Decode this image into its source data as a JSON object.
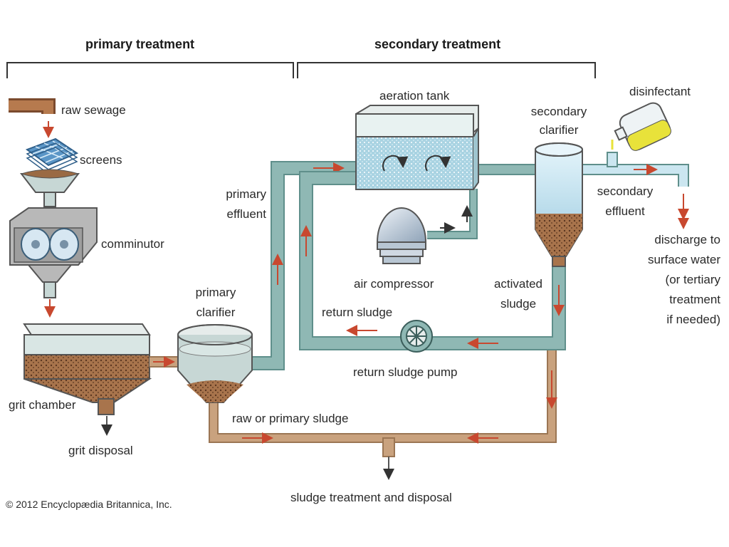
{
  "headers": {
    "primary": "primary treatment",
    "secondary": "secondary treatment"
  },
  "labels": {
    "raw_sewage": "raw sewage",
    "screens": "screens",
    "comminutor": "comminutor",
    "grit_chamber": "grit chamber",
    "grit_disposal": "grit disposal",
    "primary_clarifier_1": "primary",
    "primary_clarifier_2": "clarifier",
    "primary_effluent_1": "primary",
    "primary_effluent_2": "effluent",
    "aeration_tank": "aeration tank",
    "air_compressor": "air compressor",
    "return_sludge": "return sludge",
    "return_sludge_pump": "return sludge pump",
    "secondary_clarifier_1": "secondary",
    "secondary_clarifier_2": "clarifier",
    "activated_sludge_1": "activated",
    "activated_sludge_2": "sludge",
    "secondary_effluent_1": "secondary",
    "secondary_effluent_2": "effluent",
    "disinfectant": "disinfectant",
    "discharge_1": "discharge to",
    "discharge_2": "surface water",
    "discharge_3": "(or tertiary",
    "discharge_4": "treatment",
    "discharge_5": "if needed)",
    "raw_primary_sludge": "raw or primary sludge",
    "sludge_treatment": "sludge treatment and disposal"
  },
  "copyright": "© 2012 Encyclopædia Britannica, Inc.",
  "colors": {
    "pipe": "#8fb8b4",
    "pipe_edge": "#5f8f8b",
    "sludge_pipe": "#c9a27e",
    "sludge_edge": "#9b7654",
    "arrow": "#c8482f",
    "water": "#bfe0ef",
    "sludge": "#8a5a3a",
    "tank_body": "#c7d7d5",
    "disinfectant": "#e8e23a"
  }
}
